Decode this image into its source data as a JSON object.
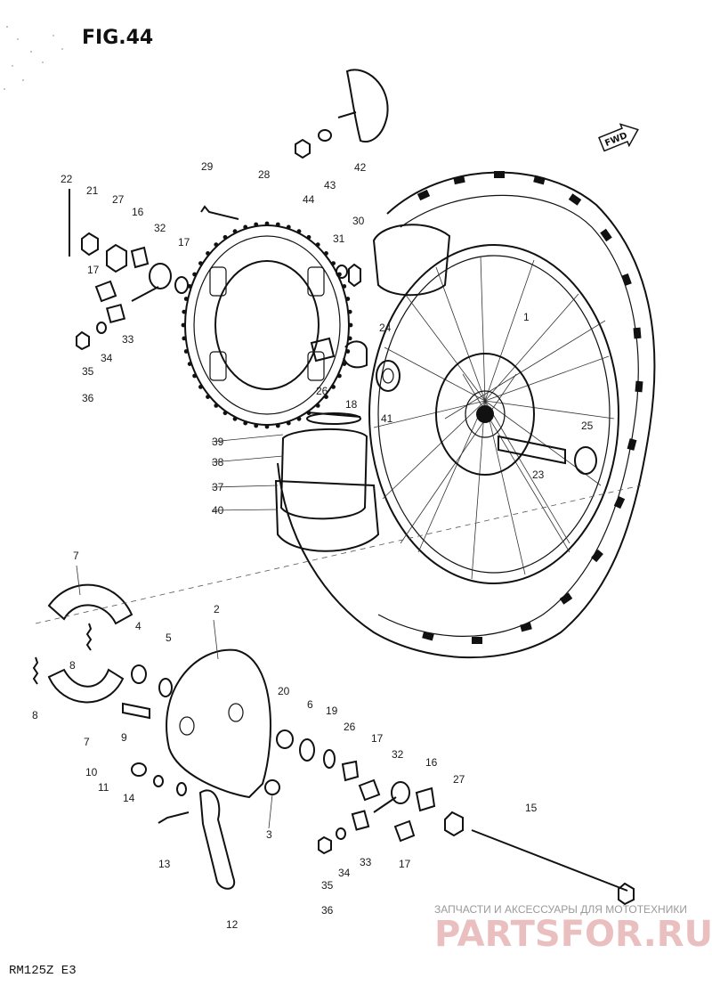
{
  "figure_label": "FIG.44",
  "model_label": "RM125Z  E3",
  "direction_arrow": {
    "label": "FWD",
    "icon": "arrow-forward-icon"
  },
  "watermark": {
    "subtitle": "ЗАПЧАСТИ И АКСЕССУАРЫ ДЛЯ МОТОТЕХНИКИ",
    "brand": "PARTSFOR.RU"
  },
  "part_numbers": [
    "22",
    "21",
    "27",
    "16",
    "32",
    "17",
    "17",
    "33",
    "34",
    "35",
    "36",
    "29",
    "28",
    "44",
    "43",
    "42",
    "31",
    "30",
    "24",
    "26",
    "18",
    "1",
    "39",
    "38",
    "37",
    "40",
    "41",
    "23",
    "25",
    "7",
    "8",
    "8",
    "7",
    "4",
    "5",
    "9",
    "2",
    "10",
    "11",
    "14",
    "13",
    "3",
    "12",
    "20",
    "6",
    "19",
    "26",
    "17",
    "32",
    "16",
    "27",
    "15",
    "33",
    "17",
    "34",
    "35",
    "36"
  ],
  "colors": {
    "ink": "#111111",
    "watermark_red": "#d98a8a",
    "watermark_gray": "#9a9a9a"
  }
}
